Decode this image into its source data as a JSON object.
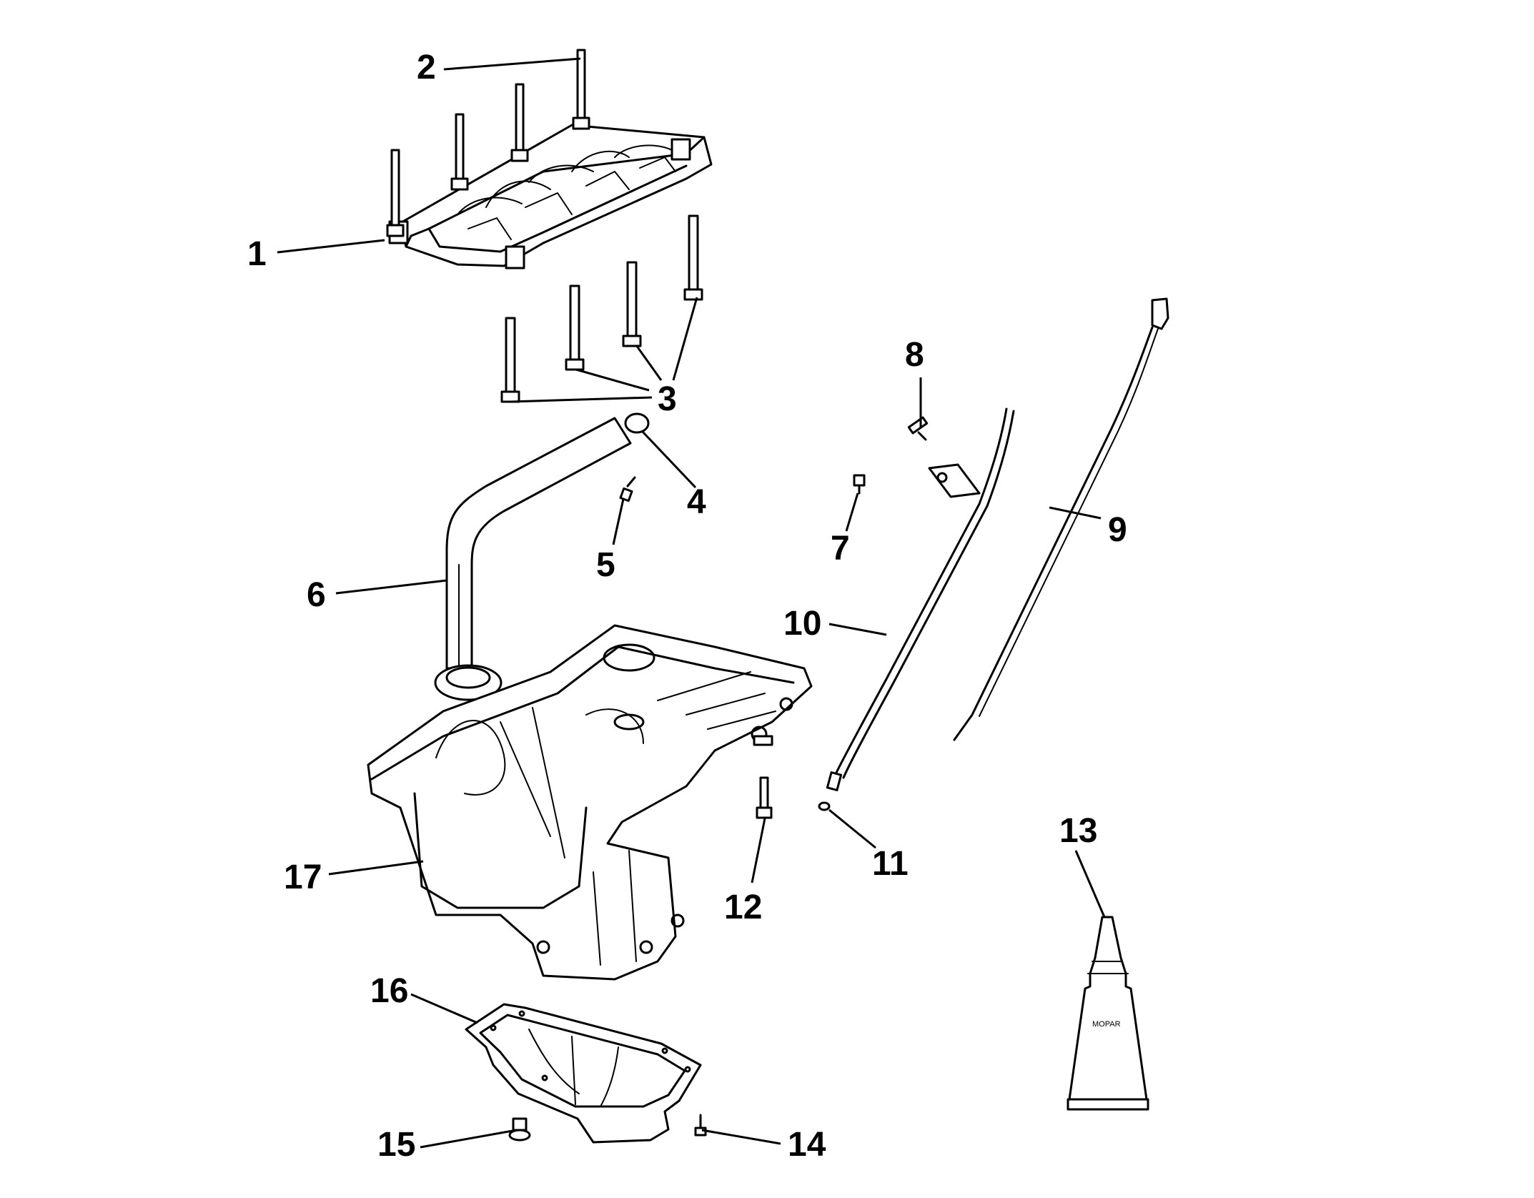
{
  "diagram": {
    "callouts": [
      "1",
      "2",
      "3",
      "4",
      "5",
      "6",
      "7",
      "8",
      "9",
      "10",
      "11",
      "12",
      "13",
      "14",
      "15",
      "16",
      "17"
    ],
    "parts": {
      "p1": "bedplate",
      "p2": "bedplate-long-bolts",
      "p3": "bedplate-bolts",
      "p4": "o-ring",
      "p5": "bolt",
      "p6": "oil-pump-pickup-tube",
      "p7": "bolt",
      "p8": "bolt",
      "p9": "oil-dipstick",
      "p10": "dipstick-tube",
      "p11": "o-ring",
      "p12": "bolt",
      "p13": "sealant-tube",
      "p14": "bolt",
      "p15": "drain-plug",
      "p16": "lower-oil-pan",
      "p17": "upper-oil-pan"
    },
    "sealant_label": "MOPAR"
  }
}
